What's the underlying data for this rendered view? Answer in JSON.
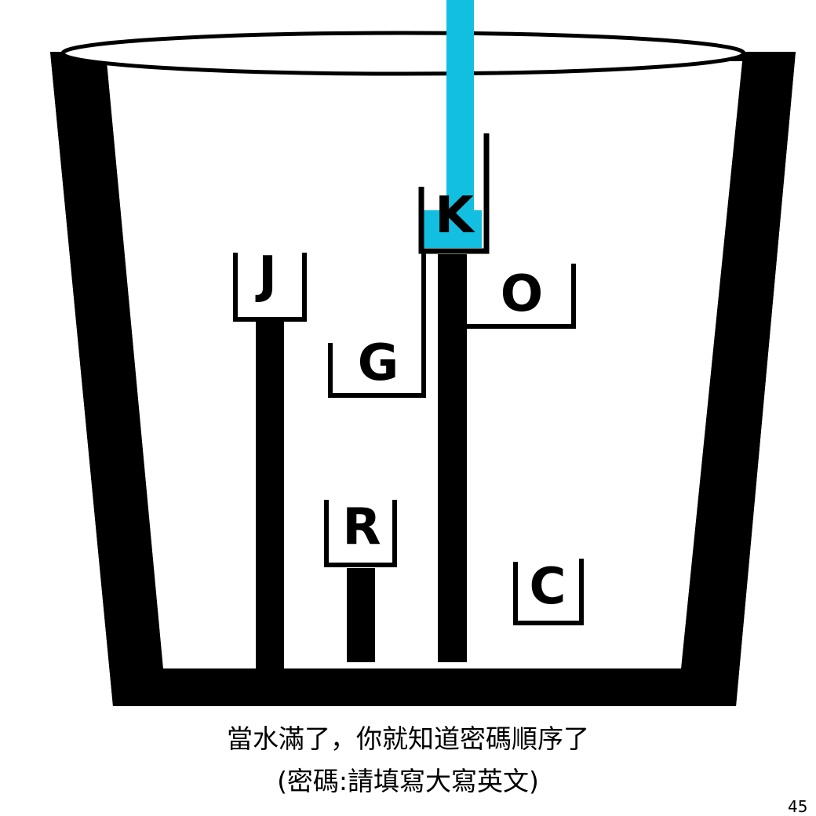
{
  "puzzle": {
    "cups": [
      {
        "id": "J",
        "letter": "J",
        "filled": false
      },
      {
        "id": "G",
        "letter": "G",
        "filled": false
      },
      {
        "id": "K",
        "letter": "K",
        "filled": true
      },
      {
        "id": "O",
        "letter": "O",
        "filled": false
      },
      {
        "id": "R",
        "letter": "R",
        "filled": false
      },
      {
        "id": "C",
        "letter": "C",
        "filled": false
      }
    ],
    "colors": {
      "water": "#12bfe0",
      "ink": "#000000",
      "paper": "#ffffff"
    }
  },
  "caption": {
    "line1": "當水滿了，你就知道密碼順序了",
    "line2": "(密碼:請填寫大寫英文)"
  },
  "page_number": "45"
}
